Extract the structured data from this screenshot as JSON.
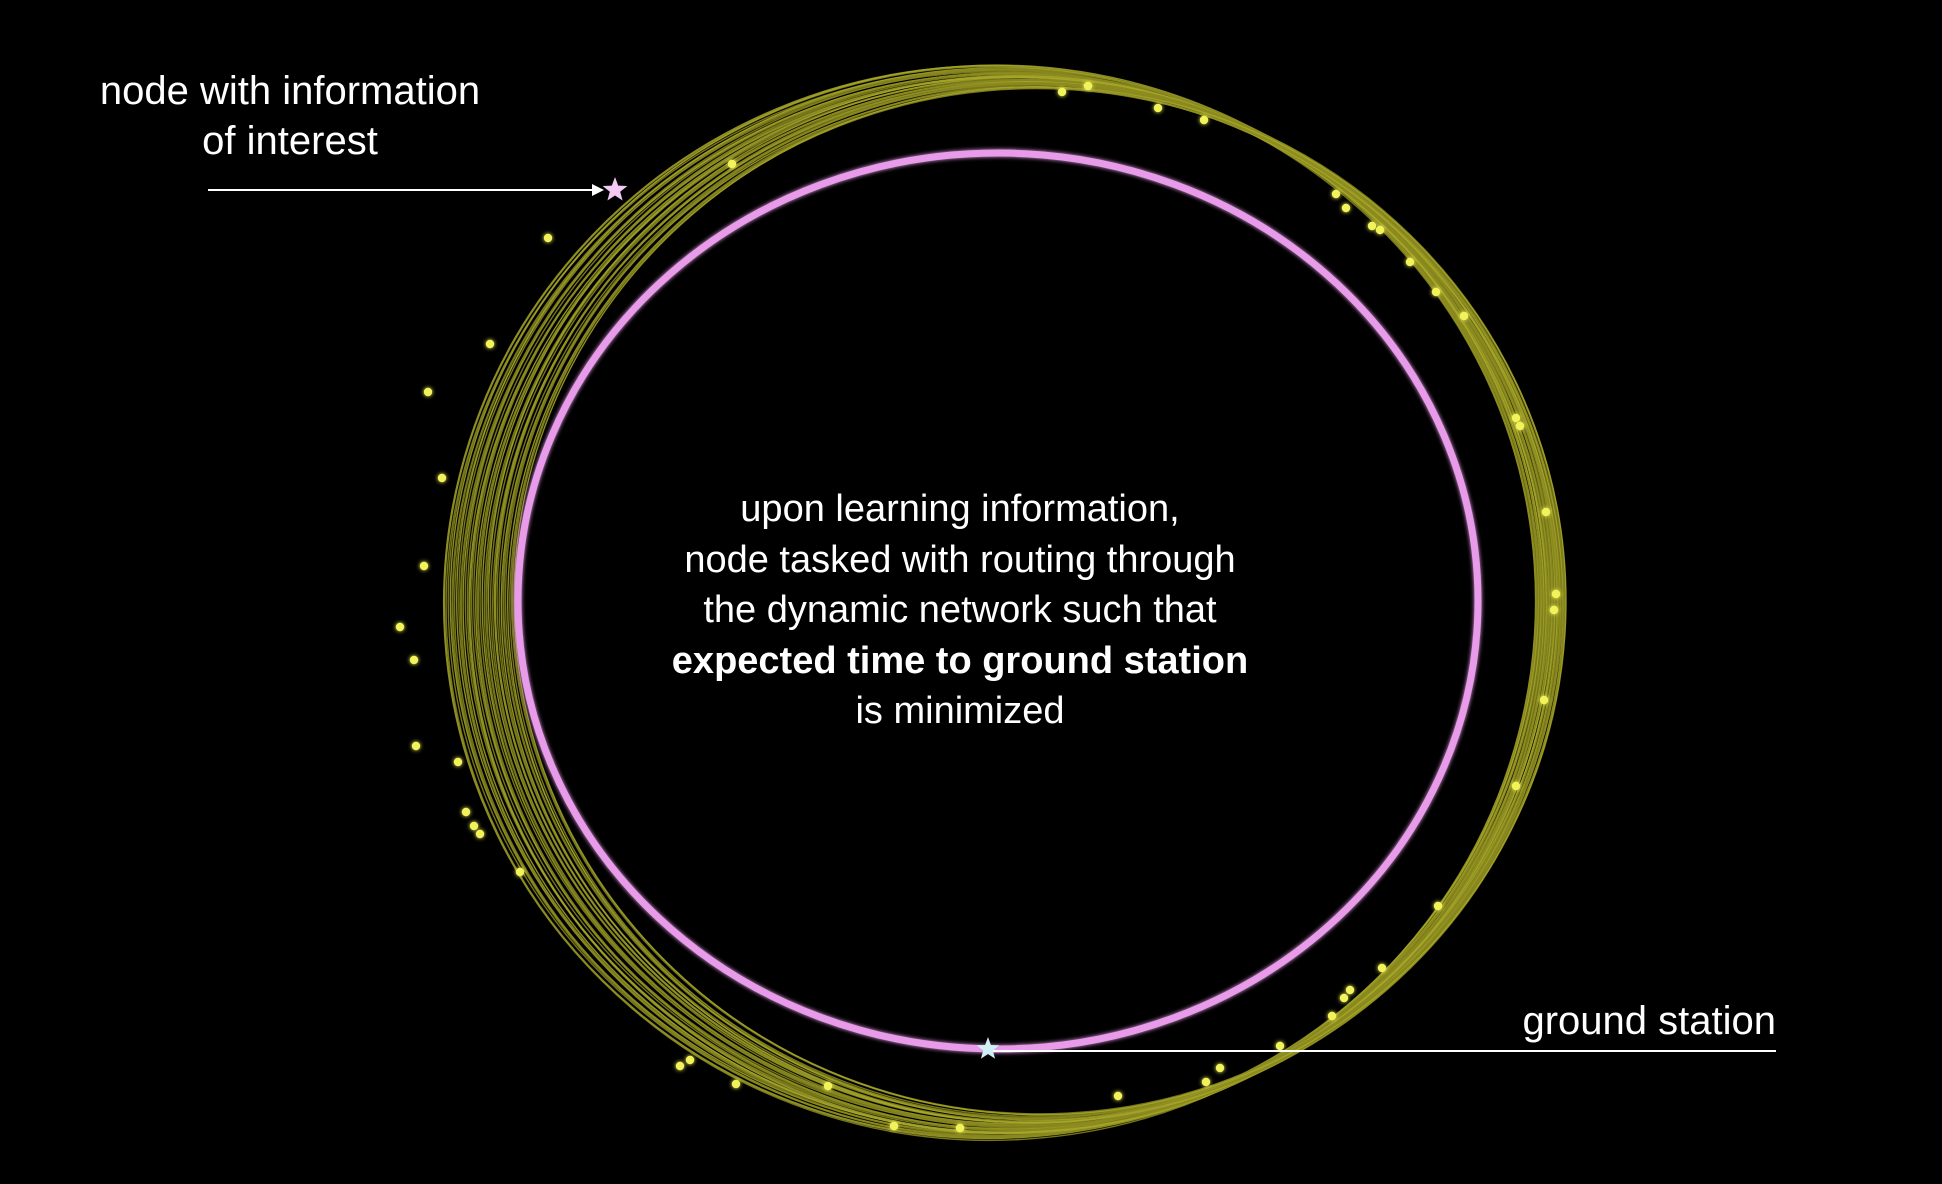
{
  "labels": {
    "node_line1": "node with information",
    "node_line2": "of interest",
    "ground": "ground station"
  },
  "caption": {
    "line1": "upon learning information,",
    "line2": "node tasked with routing through",
    "line3": "the dynamic network such that",
    "line4_bold": "expected time to ground station",
    "line5": "is minimized"
  },
  "colors": {
    "background": "#000000",
    "orbit_band": "#8a8a1e",
    "satellite": "#f2f25a",
    "earth_ring": "#e79be9",
    "node_star": "#f4c8f4",
    "ground_star": "#cfeff4",
    "text": "#ffffff"
  },
  "icons": {
    "node_marker": "star-icon",
    "ground_marker": "star-icon"
  }
}
